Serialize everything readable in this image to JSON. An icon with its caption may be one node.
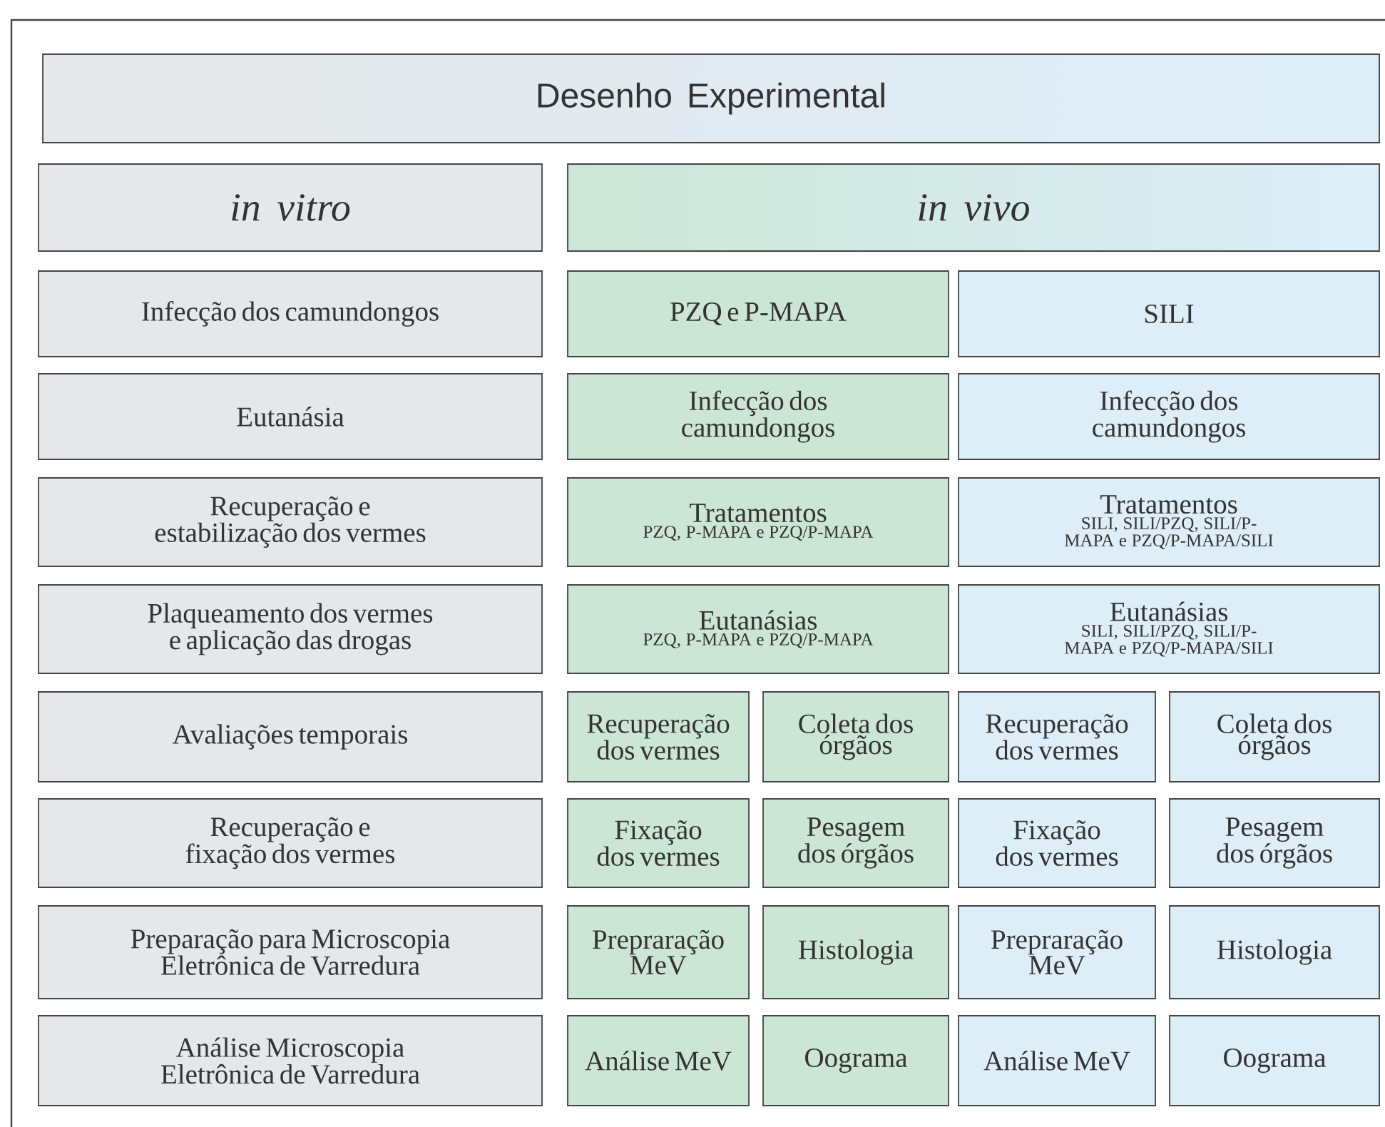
{
  "diagram": {
    "nodes": [
      {
        "text": [
          "Desenho Experimental"
        ]
      },
      {
        "text": [
          "in vitro"
        ]
      },
      {
        "text": [
          "in vivo"
        ]
      },
      {
        "text": [
          "Infecção dos camundongos"
        ]
      },
      {
        "text": [
          "PZQ e P-MAPA"
        ]
      },
      {
        "text": [
          "SILI"
        ]
      },
      {
        "text": [
          "Eutanásia"
        ]
      },
      {
        "text": [
          "Infecção dos camundongos"
        ]
      },
      {
        "text": [
          "Infecção dos camundongos"
        ]
      },
      {
        "text": [
          "Recuperação e estabilização dos vermes"
        ]
      },
      {
        "text": [
          "Tratamentos",
          "PZQ, P-MAPA e PZQ/P-MAPA"
        ]
      },
      {
        "text": [
          "Tratamentos",
          "SILI, SILI/PZQ, SILI/P-MAPA e PZQ/P-MAPA/SILI"
        ]
      },
      {
        "text": [
          "Plaqueamento dos vermes e aplicação das drogas"
        ]
      },
      {
        "text": [
          "Eutanásias",
          "PZQ, P-MAPA e PZQ/P-MAPA"
        ]
      },
      {
        "text": [
          "Eutanásias",
          "SILI, SILI/PZQ, SILI/P-MAPA e PZQ/P-MAPA/SILI"
        ]
      },
      {
        "text": [
          "Avaliações temporais"
        ]
      },
      {
        "text": [
          "Recuperação dos vermes"
        ]
      },
      {
        "text": [
          "Coleta dos órgãos"
        ]
      },
      {
        "text": [
          "Recuperação dos vermes"
        ]
      },
      {
        "text": [
          "Coleta dos órgãos"
        ]
      },
      {
        "text": [
          "Recuperação e fixação dos vermes"
        ]
      },
      {
        "text": [
          "Fixação dos vermes"
        ]
      },
      {
        "text": [
          "Pesagem dos órgãos"
        ]
      },
      {
        "text": [
          "Fixação dos vermes"
        ]
      },
      {
        "text": [
          "Pesagem dos órgãos"
        ]
      },
      {
        "text": [
          "Preparação para Microscopia Eletrônica de Varredura"
        ]
      },
      {
        "text": [
          "Prepraração MeV"
        ]
      },
      {
        "text": [
          "Histologia"
        ]
      },
      {
        "text": [
          "Prepraração MeV"
        ]
      },
      {
        "text": [
          "Histologia"
        ]
      },
      {
        "text": [
          "Análise Microscopia Eletrônica de Varredura"
        ]
      },
      {
        "text": [
          "Análise MeV"
        ]
      },
      {
        "text": [
          "Oograma"
        ]
      },
      {
        "text": [
          "Análise MeV"
        ]
      },
      {
        "text": [
          "Oograma"
        ]
      }
    ]
  }
}
